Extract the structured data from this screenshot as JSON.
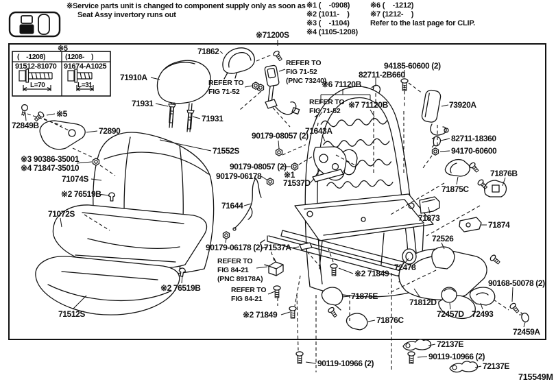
{
  "header": {
    "service_note_line1": "※Service parts unit is changed to component supply only as soon as",
    "service_note_line2": "Seat Assy invertory runs out",
    "spec_notes_col1": [
      "※1 (    -0908)",
      "※2 (1011-    )",
      "※3 (    -1104)",
      "※4 (1105-1208)"
    ],
    "spec_notes_col2": [
      "※6 (    -1212)",
      "※7 (1212-    )"
    ],
    "clip_note": "Refer to the last page for CLIP."
  },
  "bolt_table": {
    "title": "※5",
    "columns": [
      {
        "range": "(    -1208)",
        "part_no": "91512-81070",
        "length": "L=70"
      },
      {
        "range": "(1208-    )",
        "part_no": "91674-A1025",
        "length": "L=31"
      }
    ]
  },
  "figure_code": "715549M",
  "labels": {
    "a71200s": "※71200S",
    "a71862": "71862",
    "a71910a": "71910A",
    "a71931_1": "71931",
    "a71931_2": "71931",
    "refer_headrest": "REFER TO\nFIG 71-52",
    "refer_buckle": "REFER TO\nFIG 71-52\n(PNC 73240)",
    "refer_belt": "REFER TO\nFIG 71-52",
    "a71120b_6": "※6 71120B",
    "a71120b_7": "※7 71120B",
    "a82711_2b660": "82711-2B660",
    "a94185": "94185-60600 (2)",
    "a73920a": "73920A",
    "a82711_18360": "82711-18360",
    "a94170": "94170-60600",
    "a72849b": "72849B",
    "a5mark": "※5",
    "a72890": "72890",
    "a90386": "※3 90386-35001",
    "a71847": "※4 71847-35010",
    "a71074s": "71074S",
    "a76519b_1": "※2 76519B",
    "a71072s": "71072S",
    "a71552s": "71552S",
    "a90179_08057_1": "90179-08057 (2)",
    "a71643a": "71643A",
    "a90179_08057_2": "90179-08057 (2)",
    "a90179_06178": "90179-06178",
    "a1mark": "※1",
    "a71537d": "71537D",
    "a71644": "71644",
    "a71876b": "71876B",
    "a71875c": "71875C",
    "a71873": "71873",
    "a71874": "71874",
    "a72526": "72526",
    "a72478": "72478",
    "a90179_06178_2": "90179-06178 (2)",
    "a71537a": "71537A",
    "refer_8421_pnc": "REFER TO\nFIG 84-21\n(PNC 89178A)",
    "refer_8421": "REFER TO\nFIG 84-21",
    "a71849_1": "※2 71849",
    "a71849_2": "※2 71849",
    "a71875e": "71875E",
    "a71876c": "71876C",
    "a71812d": "71812D",
    "a72457d": "72457D",
    "a72493": "72493",
    "a90168": "90168-50078 (2)",
    "a72459a": "72459A",
    "a76519b_2": "※2 76519B",
    "a71512s": "71512S",
    "a72137e_1": "72137E",
    "a90119_1": "90119-10966 (2)",
    "a72137e_2": "72137E",
    "a90119_2": "90119-10966 (2)"
  }
}
